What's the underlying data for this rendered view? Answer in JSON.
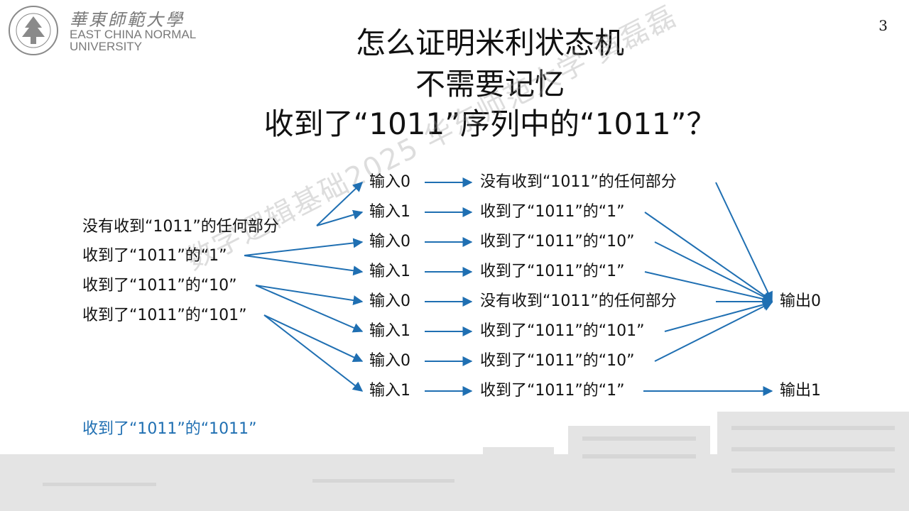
{
  "page_number": "3",
  "logo": {
    "cn": "華東師範大學",
    "en_line1": "EAST CHINA NORMAL",
    "en_line2": "UNIVERSITY"
  },
  "title": {
    "line1": "怎么证明米利状态机",
    "line2": "不需要记忆",
    "line3": "收到了“1011”序列中的“1011”？"
  },
  "left_states": [
    "没有收到“1011”的任何部分",
    "收到了“1011”的“1”",
    "收到了“1011”的“10”",
    "收到了“1011”的“101”"
  ],
  "inputs": [
    "输入0",
    "输入1",
    "输入0",
    "输入1",
    "输入0",
    "输入1",
    "输入0",
    "输入1"
  ],
  "next_states": [
    "没有收到“1011”的任何部分",
    "收到了“1011”的“1”",
    "收到了“1011”的“10”",
    "收到了“1011”的“1”",
    "没有收到“1011”的任何部分",
    "收到了“1011”的“101”",
    "收到了“1011”的“10”",
    "收到了“1011”的“1”"
  ],
  "outputs": {
    "out0": "输出0",
    "out1": "输出1"
  },
  "footer_note": "收到了“1011”的“1011”",
  "watermark": "数字逻辑基础2025 华东师范大学 黄磊磊",
  "colors": {
    "arrow": "#1f6fb2",
    "note": "#1f6fb2",
    "text": "#111111"
  }
}
